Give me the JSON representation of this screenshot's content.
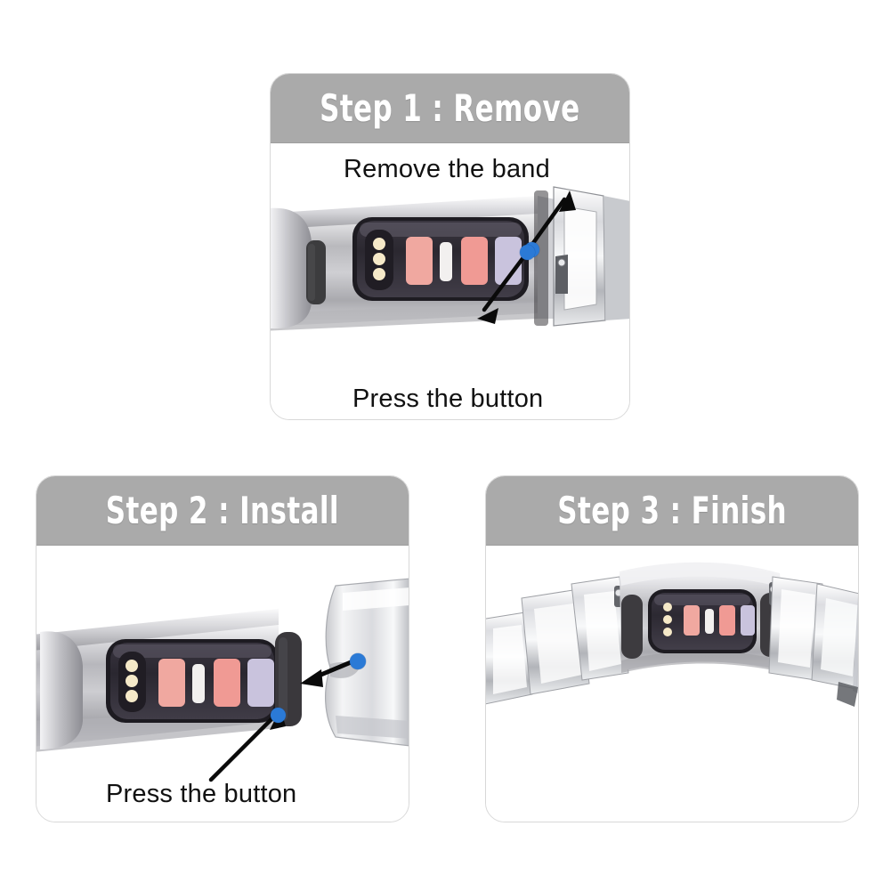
{
  "document": {
    "type": "instruction-sheet",
    "background_color": "#ffffff",
    "panel_header_color": "#aaaaaa",
    "panel_border_color": "#d8d8d8",
    "pointer_dot_color": "#2b7ad6",
    "caption_color": "#111111",
    "header_text_color": "#ffffff"
  },
  "steps": [
    {
      "id": "step1",
      "title": "Step 1 : Remove",
      "captions": [
        {
          "id": "remove-the-band",
          "text": "Remove the band"
        },
        {
          "id": "press-the-button",
          "text": "Press the button"
        }
      ],
      "annotations": [
        {
          "id": "band-release-pointer",
          "kind": "arrow-with-dot",
          "direction": "up-right"
        },
        {
          "id": "button-pointer",
          "kind": "arrow-with-dot",
          "direction": "down-left"
        }
      ]
    },
    {
      "id": "step2",
      "title": "Step 2 : Install",
      "captions": [
        {
          "id": "press-the-button",
          "text": "Press the button"
        }
      ],
      "annotations": [
        {
          "id": "band-insert-pointer",
          "kind": "arrow-with-dot",
          "direction": "left"
        },
        {
          "id": "button-pointer",
          "kind": "arrow-with-dot",
          "direction": "up-right"
        }
      ]
    },
    {
      "id": "step3",
      "title": "Step 3 : Finish",
      "captions": [],
      "annotations": []
    }
  ],
  "device": {
    "name": "fitness-tracker",
    "body_finish": "brushed-silver",
    "button_color": "#3c3c3e",
    "display": {
      "bezel_color": "#2a2730",
      "indicator_dots": 3,
      "indicator_dot_color": "#f5e9c8",
      "bars": [
        {
          "id": "bar-1",
          "color": "#f0a8a0"
        },
        {
          "id": "bar-2",
          "color": "#f2f0ef"
        },
        {
          "id": "bar-3",
          "color": "#f09a94"
        },
        {
          "id": "bar-4",
          "color": "#c9c3dd"
        }
      ]
    }
  },
  "band": {
    "type": "metal-link-bracelet",
    "finish": "polished-stainless"
  }
}
